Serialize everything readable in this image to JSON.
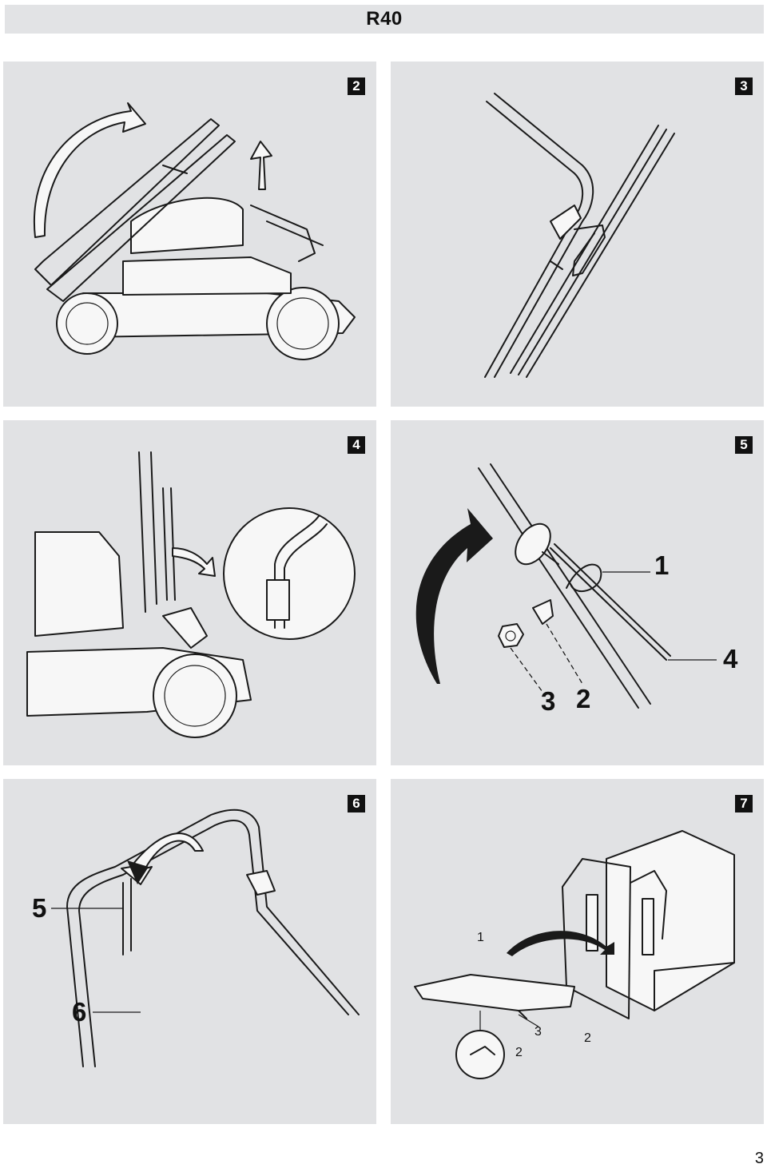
{
  "header": {
    "title": "R40"
  },
  "panels": [
    {
      "badge": "2"
    },
    {
      "badge": "3"
    },
    {
      "badge": "4"
    },
    {
      "badge": "5",
      "callouts": [
        "1",
        "4",
        "3",
        "2"
      ]
    },
    {
      "badge": "6",
      "callouts": [
        "5",
        "6"
      ]
    },
    {
      "badge": "7",
      "callouts": [
        "1",
        "3",
        "2",
        "2"
      ]
    }
  ],
  "page_number": "3"
}
